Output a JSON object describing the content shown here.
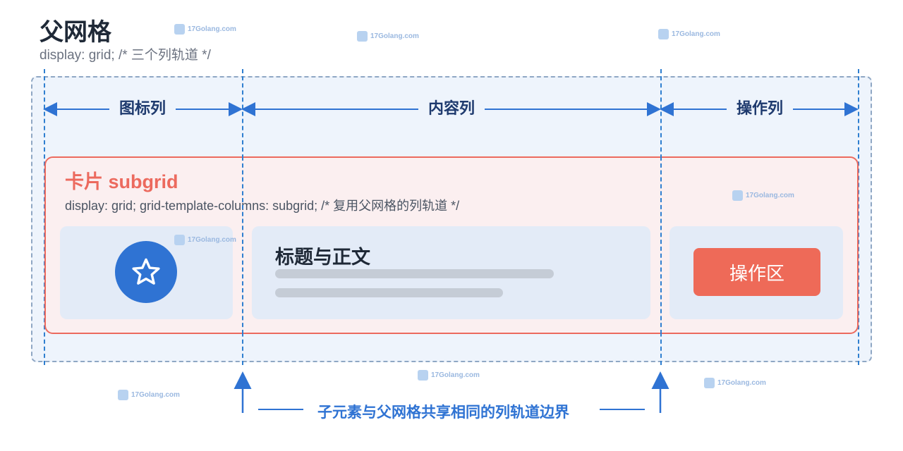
{
  "header": {
    "title": "父网格",
    "code": "display: grid;  /* 三个列轨道 */"
  },
  "columns": {
    "icon": "图标列",
    "content": "内容列",
    "action": "操作列"
  },
  "card": {
    "title": "卡片 subgrid",
    "code": "display: grid; grid-template-columns: subgrid;  /* 复用父网格的列轨道 */",
    "content_title": "标题与正文",
    "action_label": "操作区"
  },
  "caption": "子元素与父网格共享相同的列轨道边界",
  "watermark": "17Golang.com",
  "colors": {
    "parent_bg": "#eef4fc",
    "track_line": "#2f7fd0",
    "card_border": "#ec6a5e",
    "action_button": "#ee6a58",
    "icon_circle": "#2f73d3"
  }
}
